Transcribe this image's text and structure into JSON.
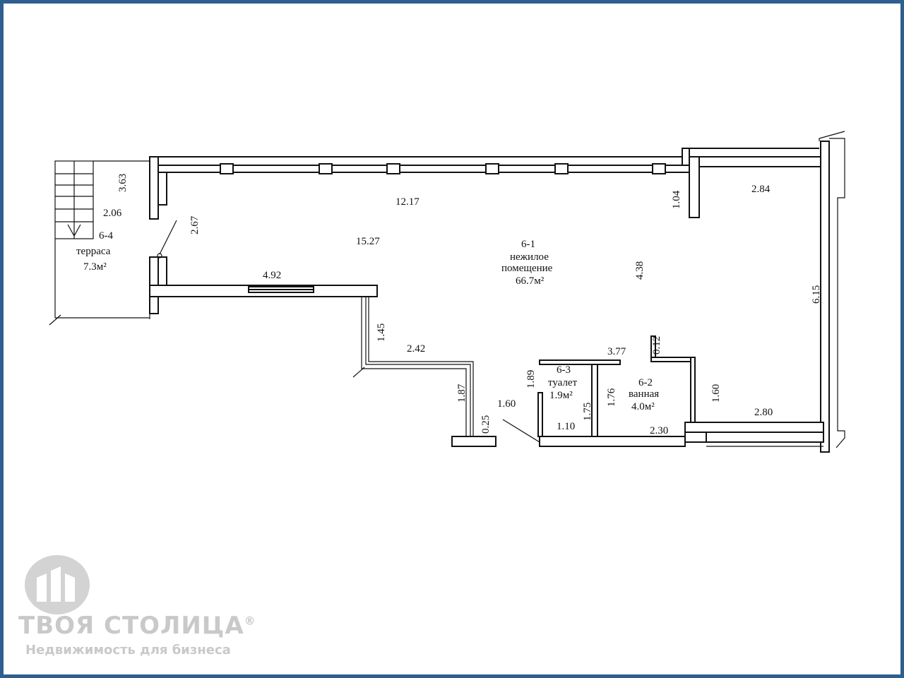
{
  "dimensions": {
    "d_363": "3.63",
    "d_206": "2.06",
    "d_267": "2.67",
    "d_1217": "12.17",
    "d_1527": "15.27",
    "d_104": "1.04",
    "d_284": "2.84",
    "d_492": "4.92",
    "d_438": "4.38",
    "d_615": "6.15",
    "d_145": "1.45",
    "d_242": "2.42",
    "d_377": "3.77",
    "d_012": "0.12",
    "d_189": "1.89",
    "d_187": "1.87",
    "d_025": "0.25",
    "d_160a": "1.60",
    "d_175": "1.75",
    "d_176": "1.76",
    "d_160b": "1.60",
    "d_280": "2.80",
    "d_110": "1.10",
    "d_230": "2.30"
  },
  "rooms": {
    "terrace": {
      "code": "6-4",
      "name": "терраса",
      "area": "7.3м²"
    },
    "main": {
      "code": "6-1",
      "name_line1": "нежилое",
      "name_line2": "помещение",
      "area": "66.7м²"
    },
    "toilet": {
      "code": "6-3",
      "name": "туалет",
      "area": "1.9м²"
    },
    "bathroom": {
      "code": "6-2",
      "name": "ванная",
      "area": "4.0м²"
    }
  },
  "watermark": {
    "brand": "ТВОЯ СТОЛИЦА",
    "registered": "®",
    "tagline": "Недвижимость для бизнеса",
    "color": "#c9c9c9"
  },
  "colors": {
    "frame": "#2e5f8f"
  }
}
